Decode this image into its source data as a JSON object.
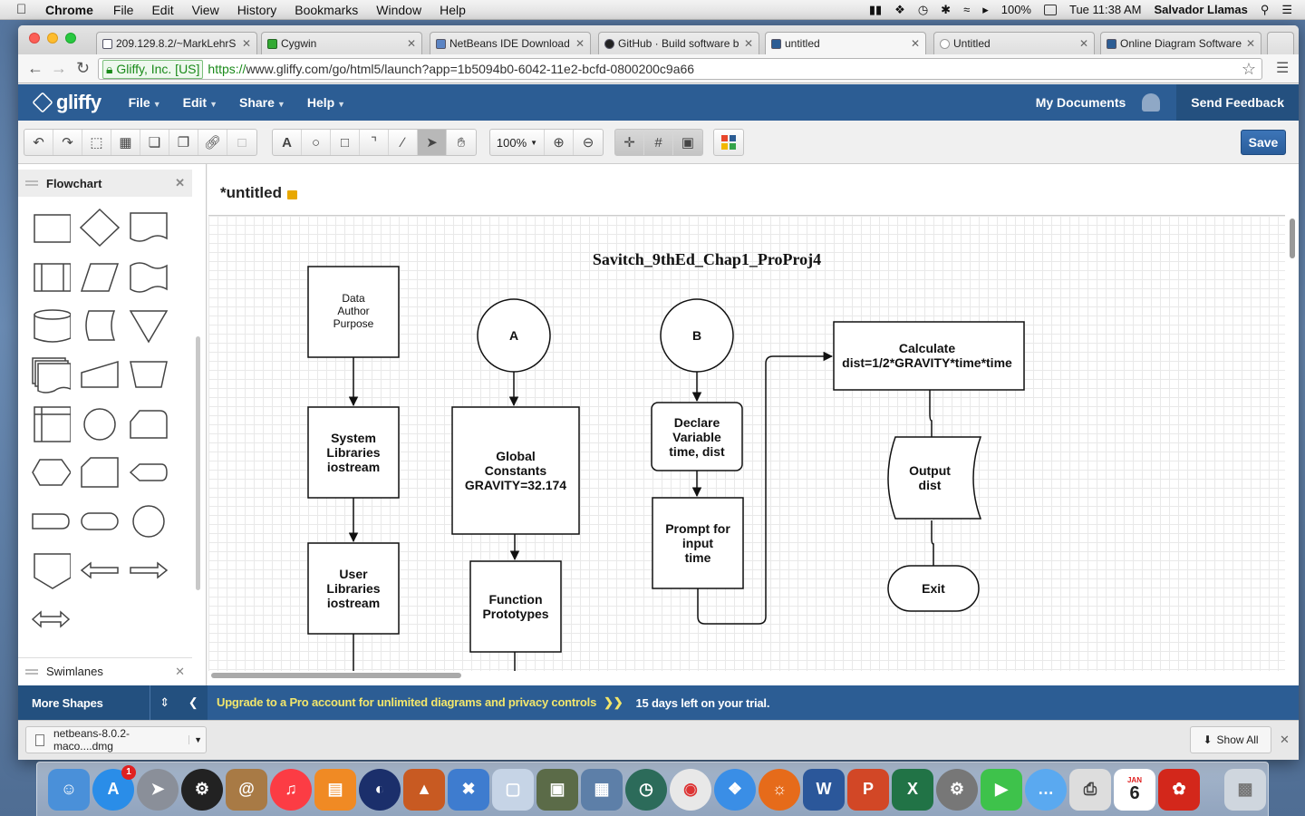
{
  "menubar": {
    "app_name": "Chrome",
    "items": [
      "File",
      "Edit",
      "View",
      "History",
      "Bookmarks",
      "Window",
      "Help"
    ],
    "battery": "100%",
    "clock": "Tue 11:38 AM",
    "user": "Salvador Llamas"
  },
  "browser": {
    "tabs": [
      {
        "label": "209.129.8.2/~MarkLehrS",
        "active": false
      },
      {
        "label": "Cygwin",
        "active": false
      },
      {
        "label": "NetBeans IDE Download",
        "active": false
      },
      {
        "label": "GitHub · Build software b",
        "active": false
      },
      {
        "label": "untitled",
        "active": true
      },
      {
        "label": "Untitled",
        "active": false
      },
      {
        "label": "Online Diagram Software",
        "active": false
      }
    ],
    "security_label": "Gliffy, Inc. [US]",
    "url_scheme": "https://",
    "url_rest": "www.gliffy.com/go/html5/launch?app=1b5094b0-6042-11e2-bcfd-0800200c9a66"
  },
  "gliffy": {
    "logo": "gliffy",
    "menus": [
      "File",
      "Edit",
      "Share",
      "Help"
    ],
    "my_documents": "My Documents",
    "send_feedback": "Send Feedback",
    "zoom": "100%",
    "save_label": "Save"
  },
  "sidebar": {
    "library_title": "Flowchart",
    "swimlanes_label": "Swimlanes",
    "more_shapes": "More Shapes"
  },
  "document": {
    "title": "*untitled"
  },
  "diagram": {
    "title": "Savitch_9thEd_Chap1_ProProj4",
    "nodes": {
      "data": [
        "Data",
        "Author",
        "Purpose"
      ],
      "system_libs": [
        "System",
        "Libraries",
        "iostream"
      ],
      "user_libs": [
        "User",
        "Libraries",
        "iostream"
      ],
      "connector_a": "A",
      "global_constants": [
        "Global",
        "Constants",
        "GRAVITY=32.174"
      ],
      "function_prototypes": [
        "Function",
        "Prototypes"
      ],
      "connector_b": "B",
      "declare": [
        "Declare",
        "Variable",
        "time, dist"
      ],
      "prompt": [
        "Prompt for",
        "input",
        "time"
      ],
      "calculate": [
        "Calculate",
        "dist=1/2*GRAVITY*time*time"
      ],
      "output": [
        "Output",
        "dist"
      ],
      "exit": "Exit"
    }
  },
  "footer": {
    "upgrade": "Upgrade to a Pro account for unlimited diagrams and privacy controls",
    "trial": "15 days left on your trial."
  },
  "downloads": {
    "file": "netbeans-8.0.2-maco....dmg",
    "show_all": "Show All"
  },
  "dock": {
    "appstore_badge": "1",
    "calendar_month": "JAN",
    "calendar_day": "6"
  }
}
